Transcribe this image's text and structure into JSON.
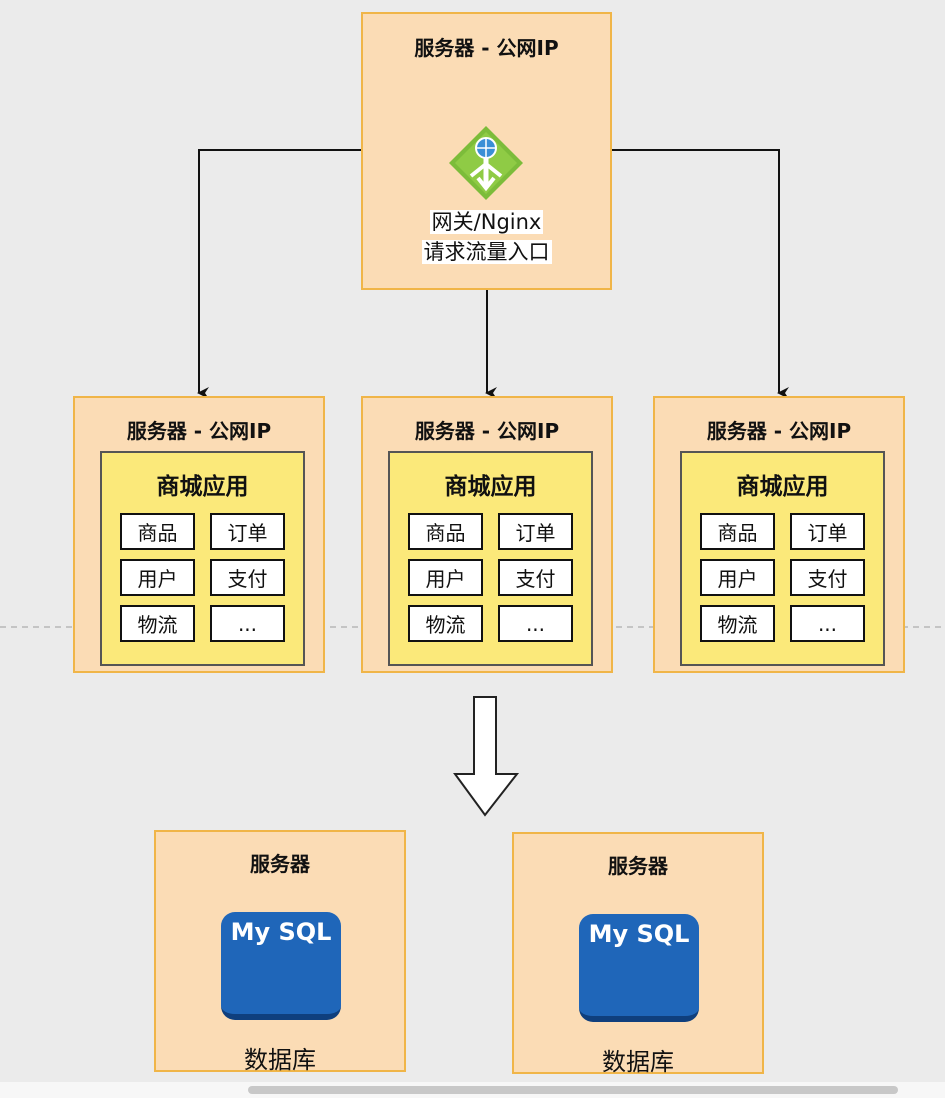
{
  "gateway": {
    "title": "服务器 - 公网IP",
    "label_line1": "网关/Nginx",
    "label_line2": "请求流量入口",
    "icon": "gateway-router-icon"
  },
  "app_servers": [
    {
      "title": "服务器 - 公网IP",
      "app_title": "商城应用",
      "modules": [
        "商品",
        "订单",
        "用户",
        "支付",
        "物流",
        "..."
      ]
    },
    {
      "title": "服务器 - 公网IP",
      "app_title": "商城应用",
      "modules": [
        "商品",
        "订单",
        "用户",
        "支付",
        "物流",
        "..."
      ]
    },
    {
      "title": "服务器 - 公网IP",
      "app_title": "商城应用",
      "modules": [
        "商品",
        "订单",
        "用户",
        "支付",
        "物流",
        "..."
      ]
    }
  ],
  "db_servers": [
    {
      "title": "服务器",
      "logo": "My SQL",
      "label": "数据库"
    },
    {
      "title": "服务器",
      "logo": "My SQL",
      "label": "数据库"
    }
  ],
  "colors": {
    "server_fill": "#fbdcb5",
    "server_border": "#f0b548",
    "app_fill": "#fbe97a",
    "mysql_blue": "#1f66b9",
    "gateway_green": "#7cbc3a"
  }
}
